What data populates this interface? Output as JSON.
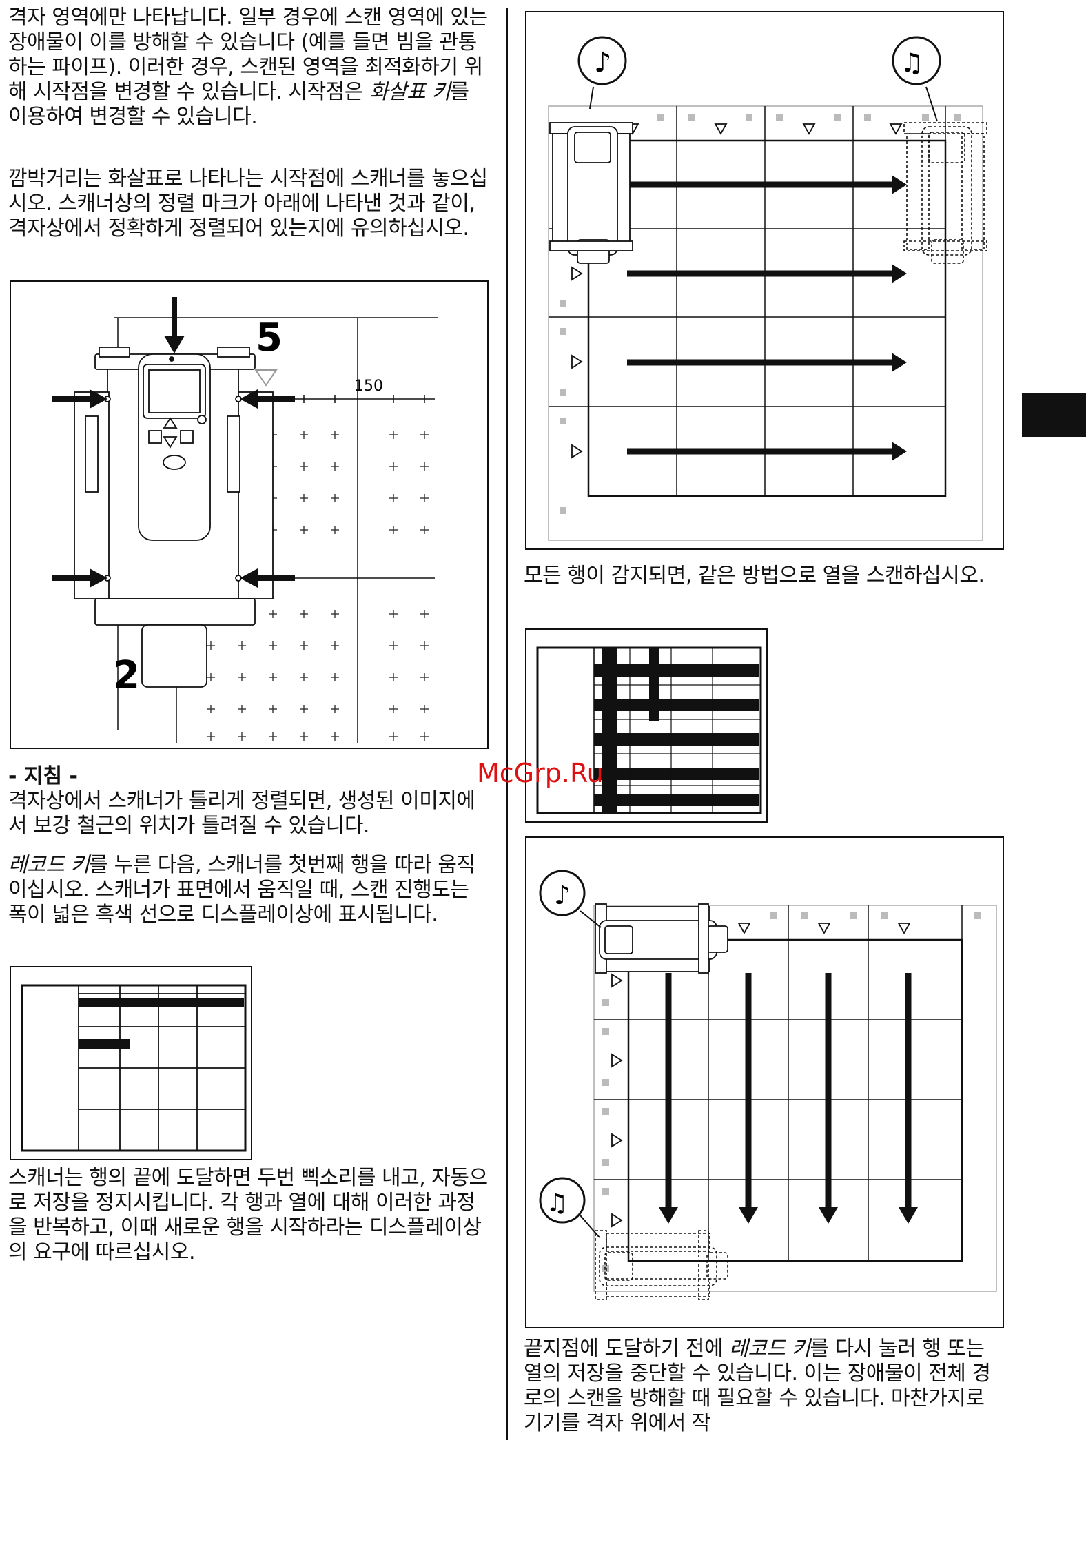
{
  "left_column": {
    "para1": {
      "before": "격자 영역에만 나타납니다. 일부 경우에 스캔 영역에 있는 장애물이 이를 방해할 수 있습니다 (예를 들면 빔을 관통하는 파이프). 이러한 경우, 스캔된 영역을 최적화하기 위해 시작점을 변경할 수 있습니다. 시작점은 ",
      "key": "화살표 키",
      "after": "를 이용하여 변경할 수 있습니다."
    },
    "para2": "깜박거리는 화살표로 나타나는 시작점에 스캐너를 놓으십시오. 스캐너상의 정렬 마크가 아래에 나타낸 것과 같이, 격자상에서 정확하게 정렬되어 있는지에 유의하십시오.",
    "figure1": {
      "label_top": "5",
      "label_left": "2",
      "scale_label": "150"
    },
    "note_heading": "- 지침 -",
    "note_text": "격자상에서 스캐너가 틀리게 정렬되면, 생성된 이미지에서 보강 철근의 위치가 틀려질 수 있습니다.",
    "para3": {
      "key": "레코드 키",
      "after": "를 누른 다음, 스캐너를 첫번째 행을 따라 움직이십시오. 스캐너가 표면에서 움직일 때, 스캔 진행도는 폭이 넓은 흑색 선으로 디스플레이상에 표시됩니다."
    },
    "para4": "스캐너는 행의 끝에 도달하면 두번 삑소리를 내고, 자동으로 저장을 정지시킵니다. 각 행과 열에 대해 이러한 과정을 반복하고, 이때 새로운 행을 시작하라는 디스플레이상의 요구에 따르십시오."
  },
  "right_column": {
    "para5": "모든 행이 감지되면, 같은 방법으로 열을 스캔하십시오.",
    "para6": {
      "before": "끝지점에 도달하기 전에 ",
      "key": "레코드 키",
      "after": "를 다시 눌러 행 또는 열의 저장을 중단할 수 있습니다. 이는 장애물이 전체 경로의 스캔을 방해할 때 필요할 수 있습니다. 마찬가지로 기기를 격자 위에서 작"
    }
  },
  "icons": {
    "single_note": "music-note-icon",
    "double_note": "double-music-note-icon"
  },
  "watermark": "McGrp.Ru"
}
